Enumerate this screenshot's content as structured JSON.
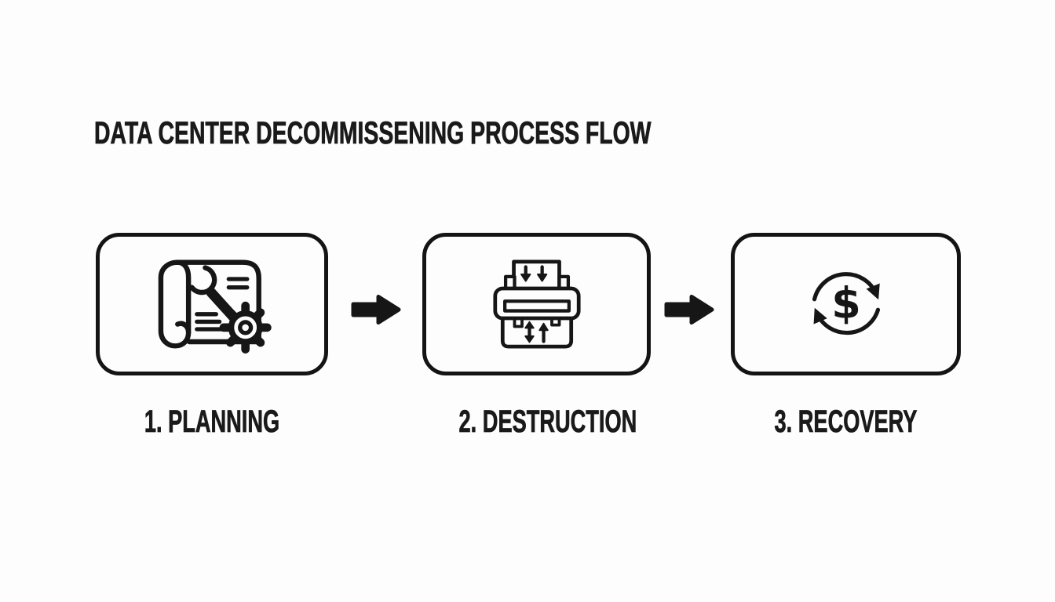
{
  "colors": {
    "background": "#fdfdfd",
    "ink": "#161616",
    "text": "#1a1a1a"
  },
  "header": {
    "title": "DATA CENTER DECOMMISSENING PROCESS FLOW"
  },
  "flow": {
    "steps": [
      {
        "label": "1. PLANNING",
        "icon": "scroll-wrench-gear-icon"
      },
      {
        "label": "2. DESTRUCTION",
        "icon": "paper-shredder-icon"
      },
      {
        "label": "3. RECOVERY",
        "icon": "dollar-cycle-icon"
      }
    ],
    "connectors": [
      {
        "icon": "arrow-right-icon"
      },
      {
        "icon": "arrow-right-icon"
      }
    ]
  }
}
